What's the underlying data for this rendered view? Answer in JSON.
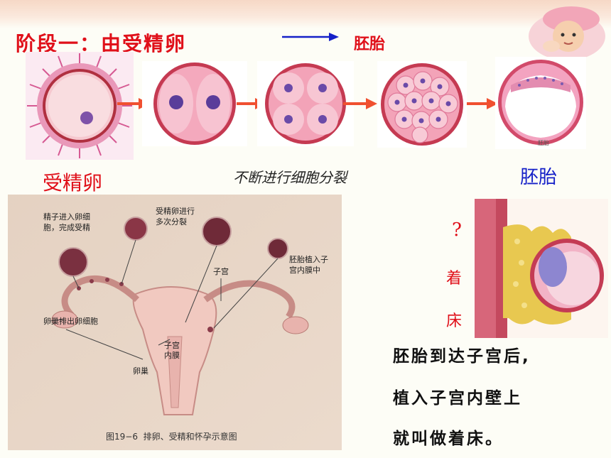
{
  "header": {
    "stage_title": "阶段一：由受精卵",
    "stage_target": "胚胎"
  },
  "cells": {
    "zygote_label": "受精卵",
    "division_caption": "不断进行细胞分裂",
    "blastocyst_label": "胚胎",
    "blastocyst_stamp": "胚胎"
  },
  "figure": {
    "caption": "图19−6  排卵、受精和怀孕示意图",
    "labels": {
      "sperm_enters": "精子进入卵细\n胞，完成受精",
      "divides": "受精卵进行\n多次分裂",
      "uterus": "子宫",
      "implants": "胚胎植入子\n宫内膜中",
      "ovary_releases": "卵巢排出卵细胞",
      "endometrium": "子宫\n内膜",
      "ovary": "卵巢"
    }
  },
  "implantation": {
    "question": "?",
    "term_1": "着",
    "term_2": "床"
  },
  "description": {
    "line_1": "胚胎到达子宫后,",
    "line_2": "植入子宫内壁上",
    "line_3": "就叫做着床。"
  },
  "colors": {
    "accent_red": "#e0101a",
    "accent_blue": "#1520c8",
    "arrow_red": "#f05030"
  }
}
